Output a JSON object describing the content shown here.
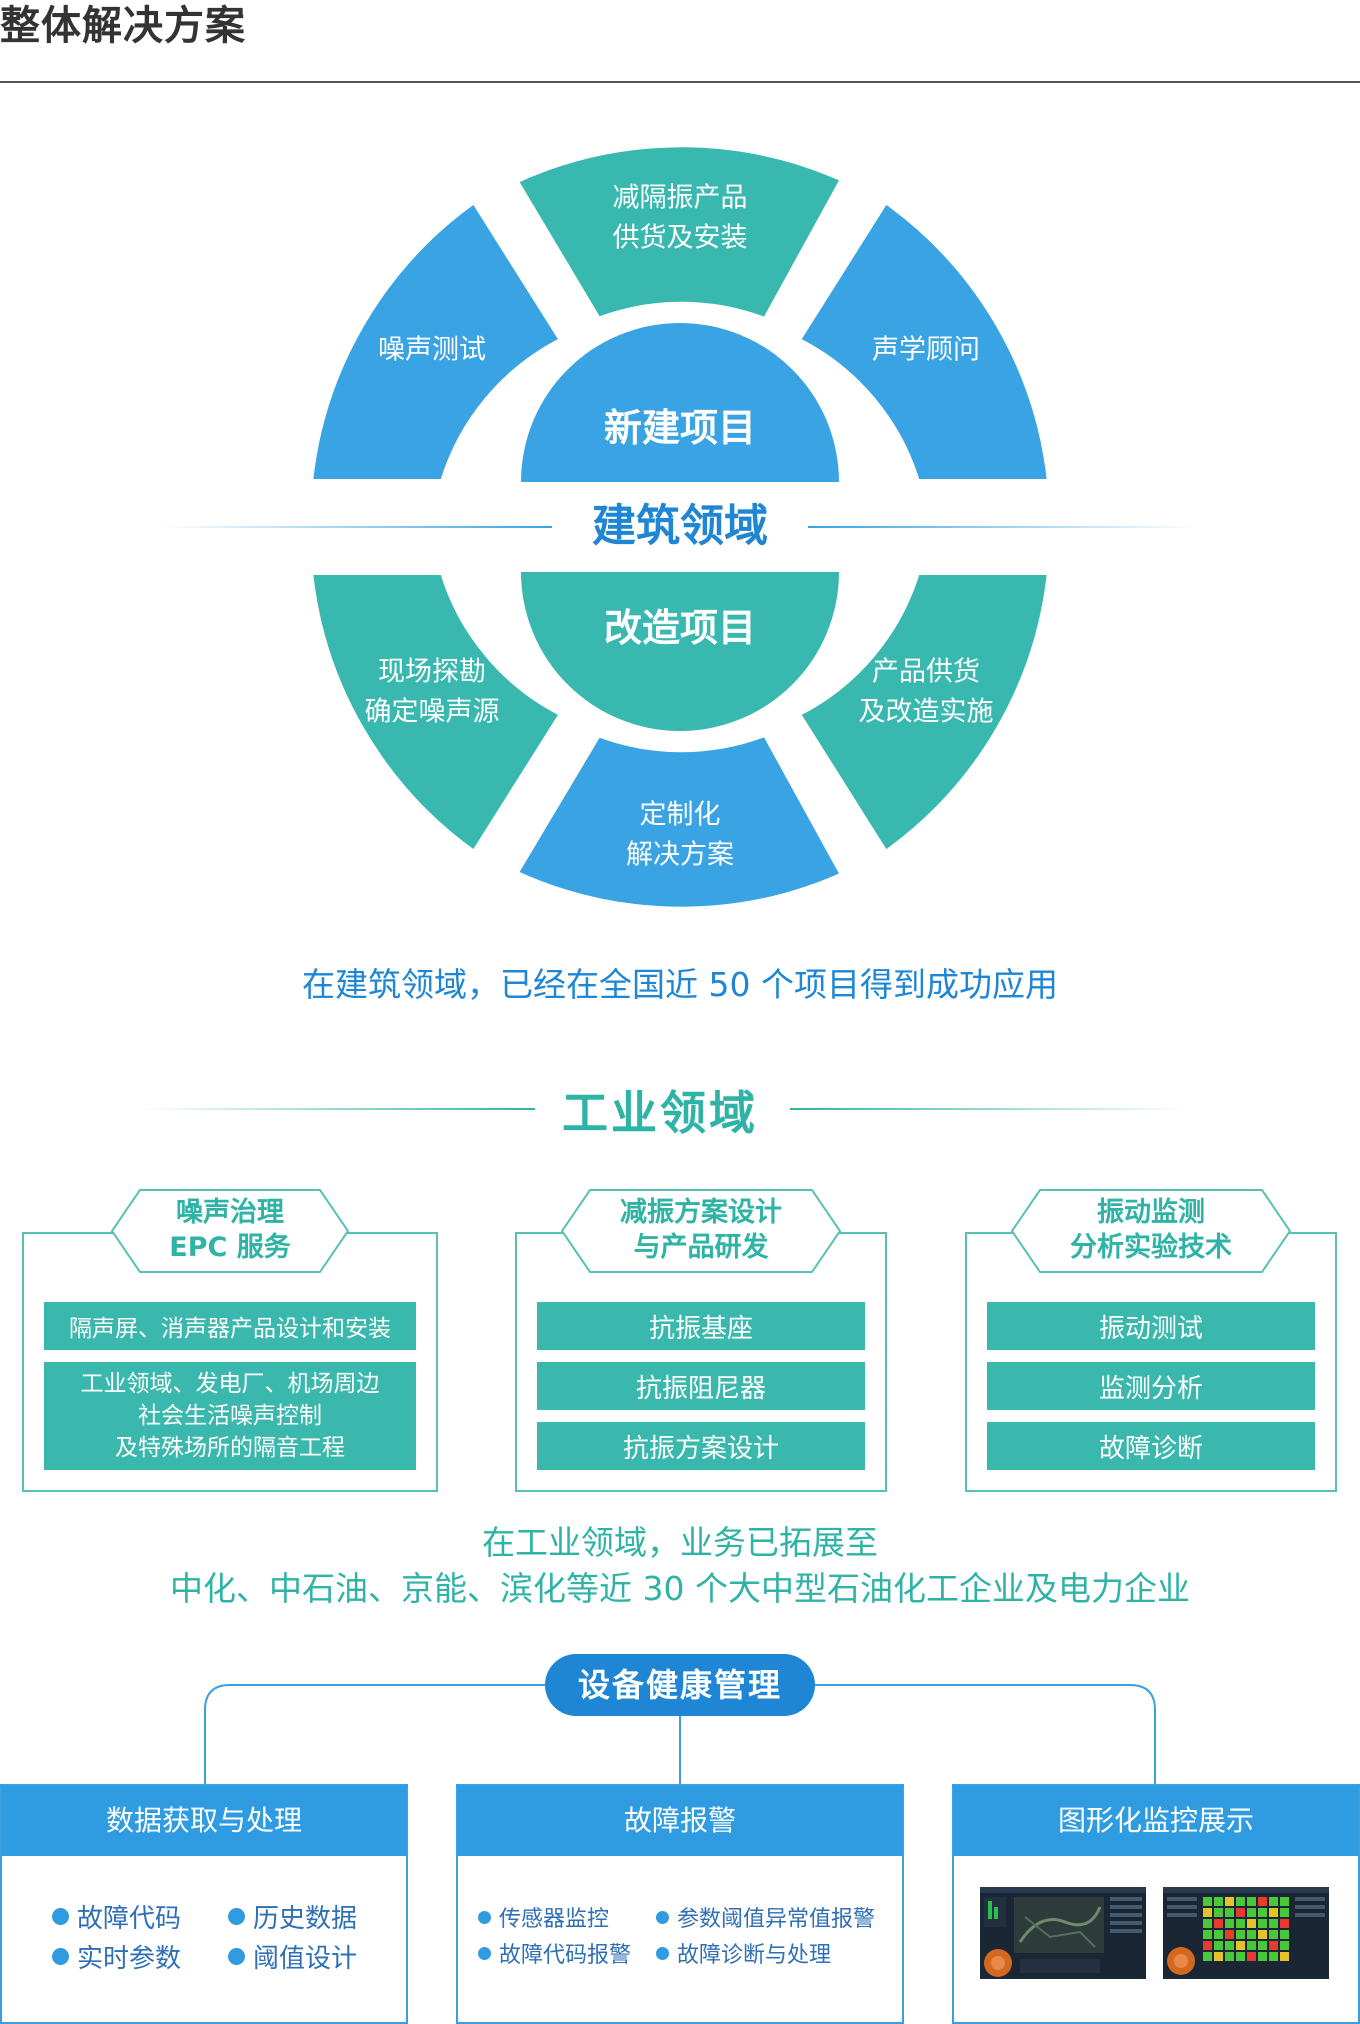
{
  "page_title": "整体解决方案",
  "colors": {
    "blue": "#3aa3e3",
    "teal": "#39b8b0",
    "blue_text": "#1f86d6",
    "teal_text": "#2fb3a6"
  },
  "building": {
    "outer_top": [
      "减隔振产品",
      "供货及安装"
    ],
    "outer_left_top": "噪声测试",
    "outer_right_top": "声学顾问",
    "outer_left_bottom": [
      "现场探勘",
      "确定噪声源"
    ],
    "outer_right_bottom": [
      "产品供货",
      "及改造实施"
    ],
    "outer_bottom": [
      "定制化",
      "解决方案"
    ],
    "inner_top": "新建项目",
    "inner_bottom": "改造项目",
    "title": "建筑领域",
    "stat": "在建筑领域，已经在全国近 50 个项目得到成功应用"
  },
  "industry": {
    "title": "工业领域",
    "cards": [
      {
        "head": [
          "噪声治理",
          "EPC 服务"
        ],
        "items": [
          "隔声屏、消声器产品设计和安装"
        ],
        "multi": [
          "工业领域、发电厂、机场周边",
          "社会生活噪声控制",
          "及特殊场所的隔音工程"
        ]
      },
      {
        "head": [
          "减振方案设计",
          "与产品研发"
        ],
        "items": [
          "抗振基座",
          "抗振阻尼器",
          "抗振方案设计"
        ]
      },
      {
        "head": [
          "振动监测",
          "分析实验技术"
        ],
        "items": [
          "振动测试",
          "监测分析",
          "故障诊断"
        ]
      }
    ],
    "stat": [
      "在工业领域，业务已拓展至",
      "中化、中石油、京能、滨化等近 30 个大中型石油化工企业及电力企业"
    ]
  },
  "management": {
    "title": "设备健康管理",
    "boxes": [
      {
        "head": "数据获取与处理",
        "items": [
          "故障代码",
          "历史数据",
          "实时参数",
          "阈值设计"
        ]
      },
      {
        "head": "故障报警",
        "items": [
          "传感器监控",
          "参数阈值异常值报警",
          "故障代码报警",
          "故障诊断与处理"
        ]
      },
      {
        "head": "图形化监控展示"
      }
    ]
  }
}
